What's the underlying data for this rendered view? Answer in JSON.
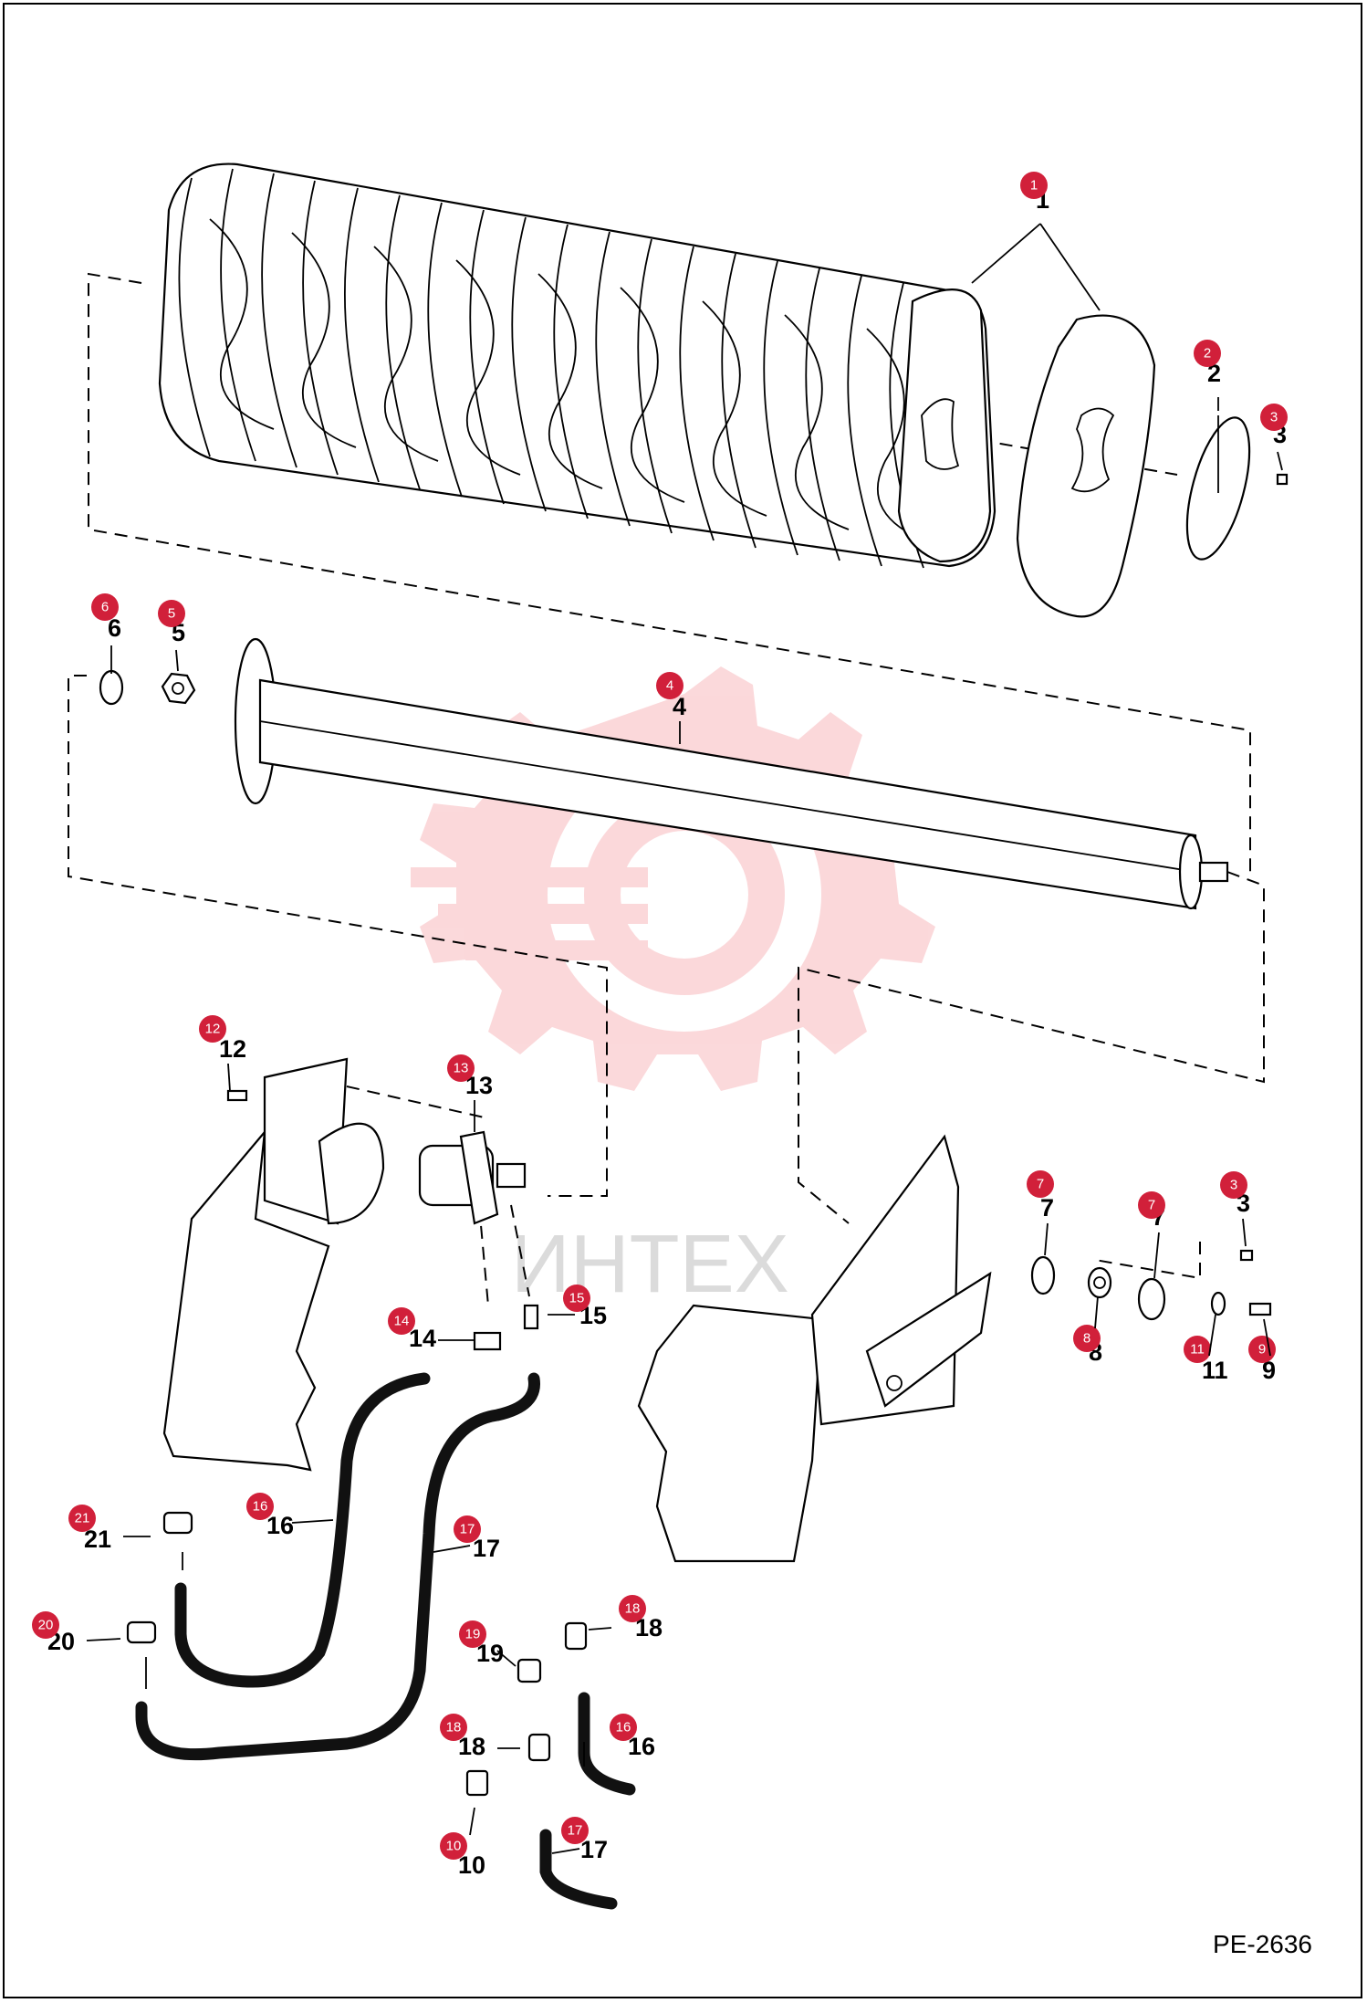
{
  "diagram": {
    "code": "PE-2636",
    "watermark_text": "ИНТЕХ",
    "callout_color": "#d1203a",
    "callouts": [
      {
        "n": "1",
        "label": "1"
      },
      {
        "n": "2",
        "label": "2"
      },
      {
        "n": "3",
        "label": "3"
      },
      {
        "n": "4",
        "label": "4"
      },
      {
        "n": "5",
        "label": "5"
      },
      {
        "n": "6",
        "label": "6"
      },
      {
        "n": "12",
        "label": "12"
      },
      {
        "n": "13",
        "label": "13"
      },
      {
        "n": "3",
        "label": "3"
      },
      {
        "n": "7",
        "label": "7"
      },
      {
        "n": "7",
        "label": "7"
      },
      {
        "n": "8",
        "label": "8"
      },
      {
        "n": "11",
        "label": "11"
      },
      {
        "n": "9",
        "label": "9"
      },
      {
        "n": "14",
        "label": "14"
      },
      {
        "n": "15",
        "label": "15"
      },
      {
        "n": "16",
        "label": "16"
      },
      {
        "n": "17",
        "label": "17"
      },
      {
        "n": "21",
        "label": "21"
      },
      {
        "n": "20",
        "label": "20"
      },
      {
        "n": "18",
        "label": "18"
      },
      {
        "n": "19",
        "label": "19"
      },
      {
        "n": "16",
        "label": "16"
      },
      {
        "n": "18",
        "label": "18"
      },
      {
        "n": "17",
        "label": "17"
      },
      {
        "n": "10",
        "label": "10"
      }
    ]
  }
}
